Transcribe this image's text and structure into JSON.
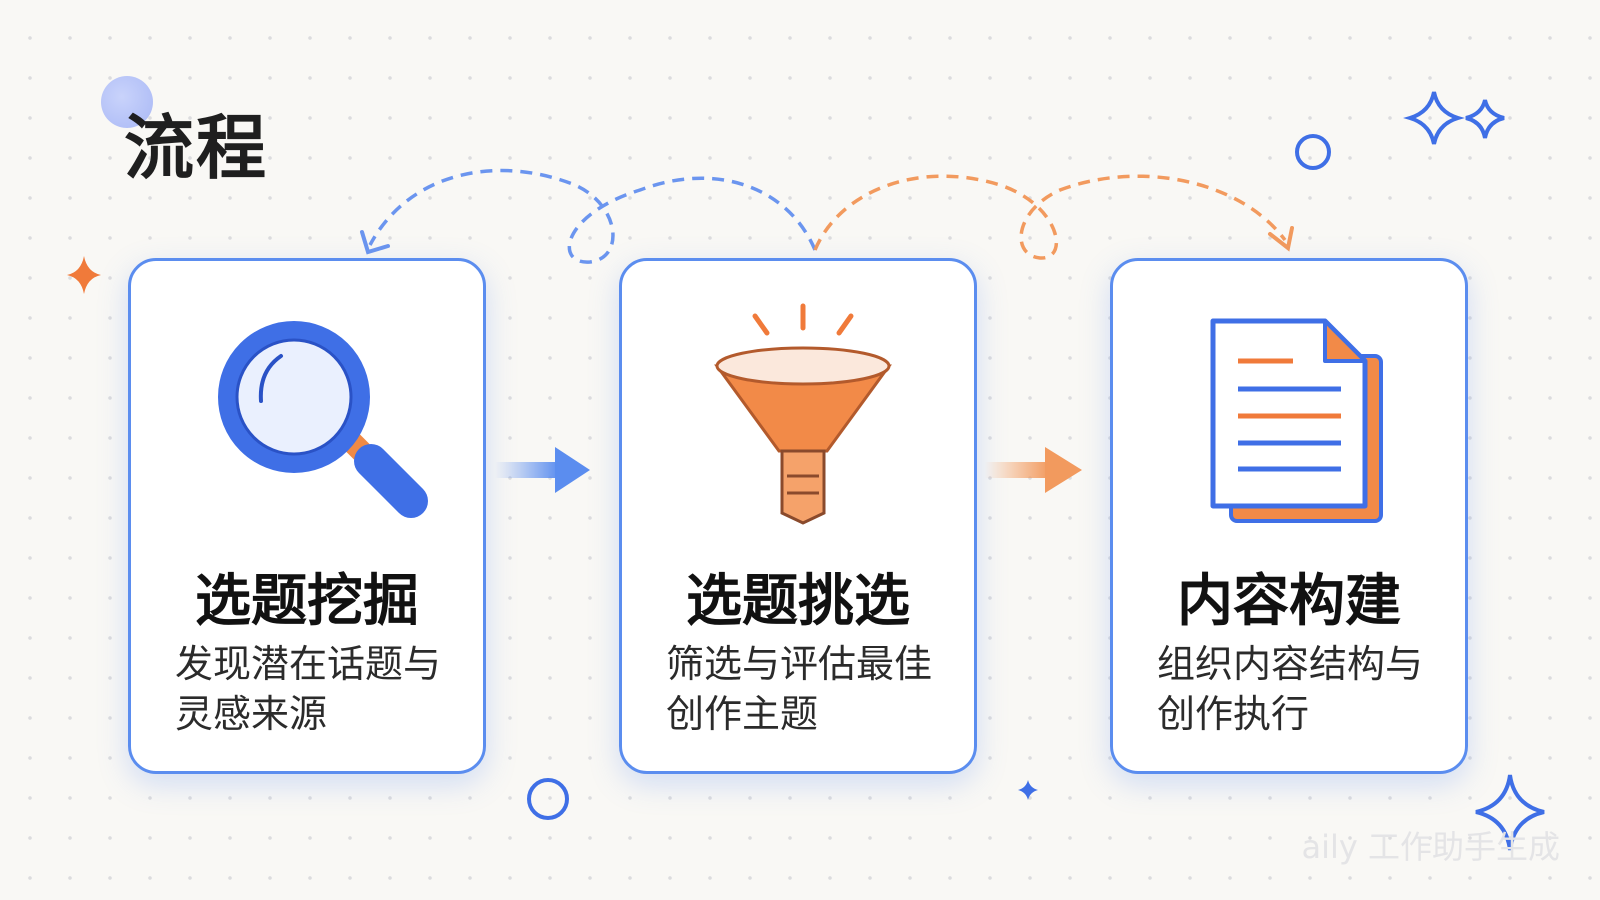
{
  "title": "流程",
  "steps": [
    {
      "icon": "magnifier-icon",
      "title": "选题挖掘",
      "desc_line1": "发现潜在话题与",
      "desc_line2": "灵感来源"
    },
    {
      "icon": "funnel-icon",
      "title": "选题挑选",
      "desc_line1": "筛选与评估最佳",
      "desc_line2": "创作主题"
    },
    {
      "icon": "document-icon",
      "title": "内容构建",
      "desc_line1": "组织内容结构与",
      "desc_line2": "创作执行"
    }
  ],
  "watermark": "aily 工作助手生成",
  "colors": {
    "blue": "#3f6fe6",
    "orange": "#f08a45",
    "card_border": "#5b8def"
  }
}
